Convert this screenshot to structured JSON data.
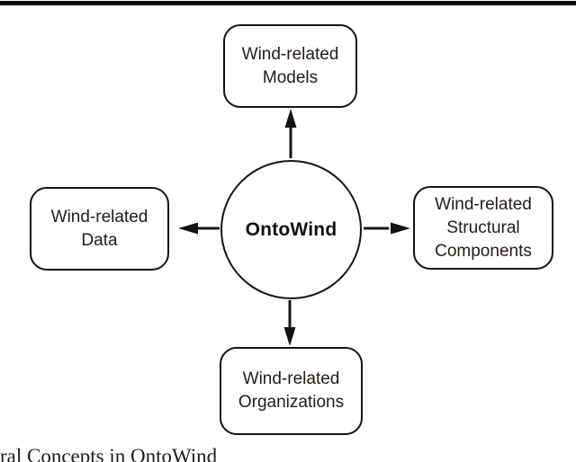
{
  "diagram": {
    "center": {
      "label": "OntoWind"
    },
    "nodes": [
      {
        "id": "models",
        "position": "top",
        "label": "Wind-related Models",
        "lines": [
          "Wind-related",
          "Models"
        ]
      },
      {
        "id": "data",
        "position": "left",
        "label": "Wind-related Data",
        "lines": [
          "Wind-related",
          "Data"
        ]
      },
      {
        "id": "structural",
        "position": "right",
        "label": "Wind-related Structural Components",
        "lines": [
          "Wind-related",
          "Structural",
          "Components"
        ]
      },
      {
        "id": "organizations",
        "position": "bottom",
        "label": "Wind-related Organizations",
        "lines": [
          "Wind-related",
          "Organizations"
        ]
      }
    ],
    "edges": [
      {
        "from": "OntoWind",
        "to": "Wind-related Models",
        "direction": "up"
      },
      {
        "from": "OntoWind",
        "to": "Wind-related Data",
        "direction": "left"
      },
      {
        "from": "OntoWind",
        "to": "Wind-related Structural Components",
        "direction": "right"
      },
      {
        "from": "OntoWind",
        "to": "Wind-related Organizations",
        "direction": "down"
      }
    ],
    "colors": {
      "stroke": "#141414",
      "background": "#ffffff",
      "text": "#221c18",
      "top_rule": "#0d0d0d"
    }
  },
  "caption": {
    "visible_text": "ral Concepts in OntoWind"
  }
}
